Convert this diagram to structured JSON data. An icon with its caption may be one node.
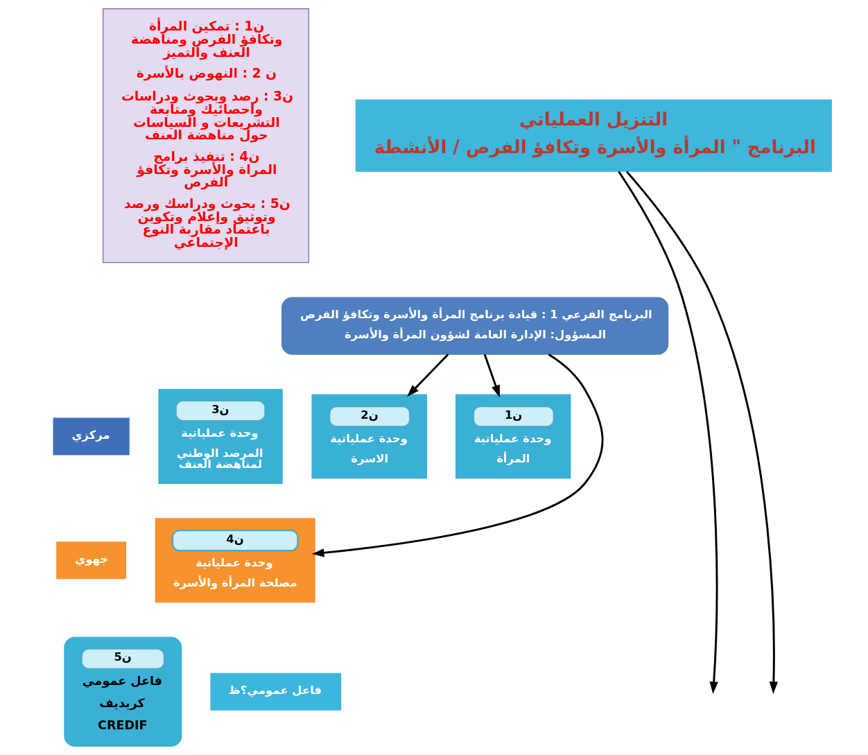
{
  "diagram": {
    "nodes": [
      {
        "text": [
          "التنزيل العملياتي",
          "البرنامج \" المرأة والأسرة وتكافؤ الفرص / الأنشطة"
        ]
      },
      {
        "text": [
          "ن1 : تمكين المرأة وتكافؤ الفرص ومناهضة العنف والتميز",
          "ن 2 : النهوض بالأسرة",
          "ن3 : رصد وبحوث ودراسات واحصائيك ومتابعة التشريعات و السياسات حول مناهضة العنف",
          "ن4 : تنفيذ برامج المراة والأسرة وتكافؤ الفرص",
          "ن5 : بحوث ودراسك ورصد وتوثيق وإعلام وتكوين باعتماد مقاربة النوع الإجتماعي"
        ]
      },
      {
        "text": [
          "مركزي"
        ]
      },
      {
        "text": [
          "البرنامج الفرعي 1 : قيادة برنامج المرأة والأسرة وتكافؤ الفرص",
          "المسؤول: الإدارة العامة لشؤون المرأة والأسرة"
        ]
      },
      {
        "text": [
          "ن1",
          "وحدة عملياتية",
          "المرأة"
        ]
      },
      {
        "text": [
          "ن2",
          "وحدة عملياتية",
          "الاسرة"
        ]
      },
      {
        "text": [
          "ن3",
          "وحدة عملياتية",
          "المرصد الوطني لمناهضة العنف"
        ]
      },
      {
        "text": [
          "جهوي"
        ]
      },
      {
        "text": [
          "ن4",
          "وحدة عملياتية",
          "مصلحة المرأة والأسرة"
        ]
      },
      {
        "text": [
          "فاعل عمومي؟ظ"
        ]
      },
      {
        "text": [
          "ن5",
          "فاعل عمومي",
          "كريديف",
          "CREDIF"
        ]
      }
    ],
    "edges": [
      {
        "from": 0,
        "to": null,
        "arrow": "to"
      },
      {
        "from": 3,
        "to": 5,
        "arrow": "to"
      },
      {
        "from": 3,
        "to": 4,
        "arrow": "to"
      },
      {
        "from": 3,
        "to": 8,
        "arrow": "to"
      },
      {
        "from": 0,
        "to": null,
        "arrow": "to"
      }
    ]
  }
}
